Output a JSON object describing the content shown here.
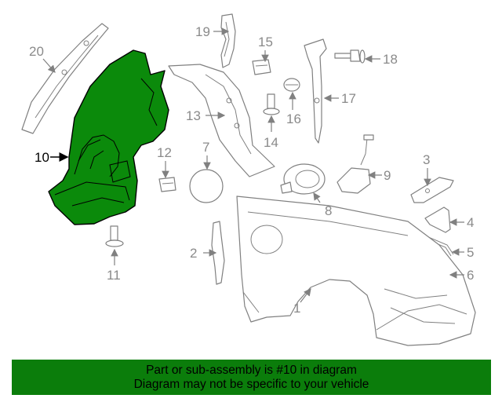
{
  "callouts": {
    "c1": "1",
    "c2": "2",
    "c3": "3",
    "c4": "4",
    "c5": "5",
    "c6": "6",
    "c7": "7",
    "c8": "8",
    "c9": "9",
    "c10": "10",
    "c11": "11",
    "c12": "12",
    "c13": "13",
    "c14": "14",
    "c15": "15",
    "c16": "16",
    "c17": "17",
    "c18": "18",
    "c19": "19",
    "c20": "20"
  },
  "highlight": {
    "part": "10",
    "color": "#0b8a0b"
  },
  "banner": {
    "line1": "Part or sub-assembly is #10 in diagram",
    "line2": "Diagram may not be specific to your vehicle",
    "color": "#0b7d0b"
  }
}
